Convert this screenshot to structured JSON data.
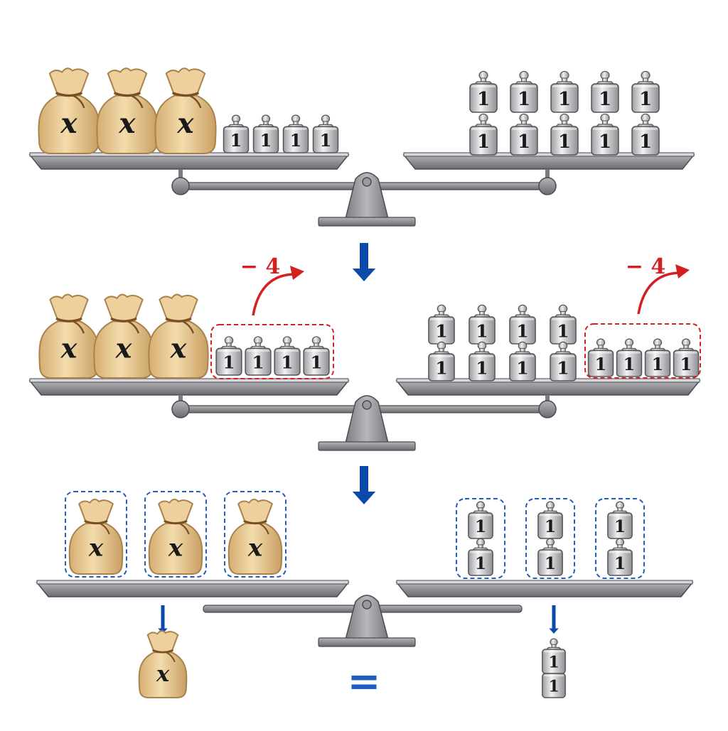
{
  "diagram": {
    "bag_label": "x",
    "weight_label": "1",
    "step_stages": [
      {
        "left": {
          "bags": 3,
          "weights": 4
        },
        "right": {
          "weights": 10
        }
      },
      {
        "left": {
          "bags": 3,
          "weights_removed": 4
        },
        "right": {
          "weights": 8,
          "weights_removed": 4
        },
        "left_annotation": "− 4",
        "right_annotation": "− 4"
      },
      {
        "left": {
          "bag_groups": 3,
          "bags_per_group": 1
        },
        "right": {
          "weight_groups": 3,
          "weights_per_group": 2
        }
      }
    ],
    "result": {
      "left_bags": 1,
      "equals_sign": "=",
      "right_weights": 2
    },
    "colors": {
      "bag": "#e4c38e",
      "bag_outline": "#a9834c",
      "weight": "#c8c8cc",
      "removal_highlight": "#d42020",
      "grouping_highlight": "#1f5fbf",
      "step_arrow": "#0b4aa8",
      "scale_metal": "#8c8c90"
    },
    "icons": [
      "money-bag-icon",
      "weight-icon",
      "down-arrow-icon",
      "curved-arrow-icon"
    ]
  }
}
